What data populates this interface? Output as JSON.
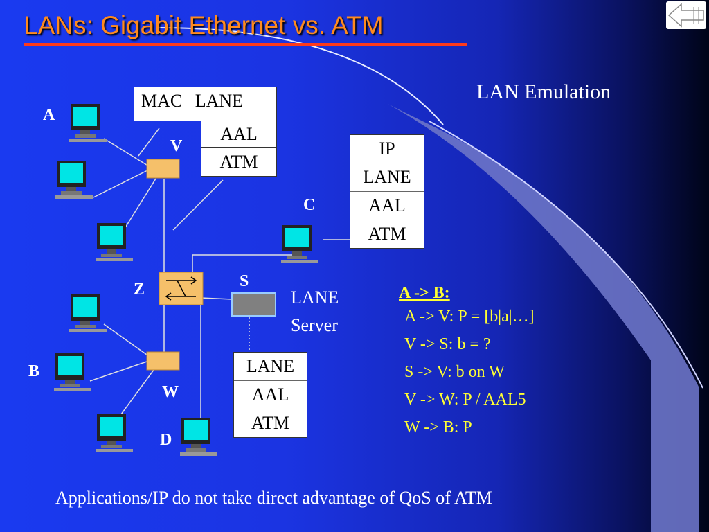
{
  "title": "LANs: Gigabit Ethernet vs. ATM",
  "subtitle": "LAN Emulation",
  "nodes": {
    "a": "A",
    "b": "B",
    "c": "C",
    "d": "D",
    "v": "V",
    "w": "W",
    "z": "Z",
    "s": "S"
  },
  "lane_server_label": [
    "LANE",
    "Server"
  ],
  "stack_v": {
    "mac": "MAC",
    "lane": "LANE",
    "aal": "AAL",
    "atm": "ATM"
  },
  "stack_c": [
    "IP",
    "LANE",
    "AAL",
    "ATM"
  ],
  "stack_s": [
    "LANE",
    "AAL",
    "ATM"
  ],
  "steps": {
    "heading": "A -> B:",
    "items": [
      "A -> V: P =  [b|a|…]",
      "V -> S:  b = ?",
      "S -> V:  b on W",
      "V -> W: P / AAL5",
      "W -> B: P"
    ]
  },
  "footer": "Applications/IP do not take direct advantage of QoS of ATM",
  "colors": {
    "title": "#ff8a1e",
    "accent_line": "#ff3a1a",
    "steps": "#ffff33",
    "screen": "#00e5e5",
    "switch": "#f5c06a",
    "server": "#808080"
  }
}
